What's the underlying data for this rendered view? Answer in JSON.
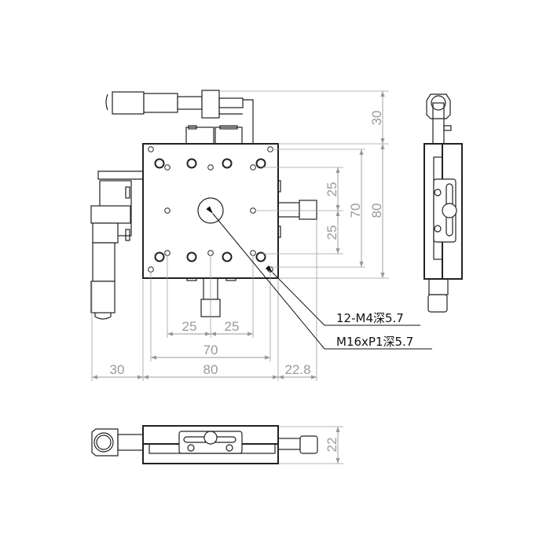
{
  "drawing": {
    "dimensions": {
      "top_height": "30",
      "total_height": "80",
      "hole_span_vertical": "70",
      "upper_offset": "25",
      "lower_offset": "25",
      "left_offset_bottom": "25",
      "right_offset_bottom": "25",
      "hole_span_horizontal": "70",
      "total_width": "80",
      "left_micrometer": "30",
      "right_knob": "22.8",
      "side_height": "22"
    },
    "callouts": {
      "tapped_holes": "12-M4深5.7",
      "center_hole": "M16xP1深5.7"
    }
  }
}
